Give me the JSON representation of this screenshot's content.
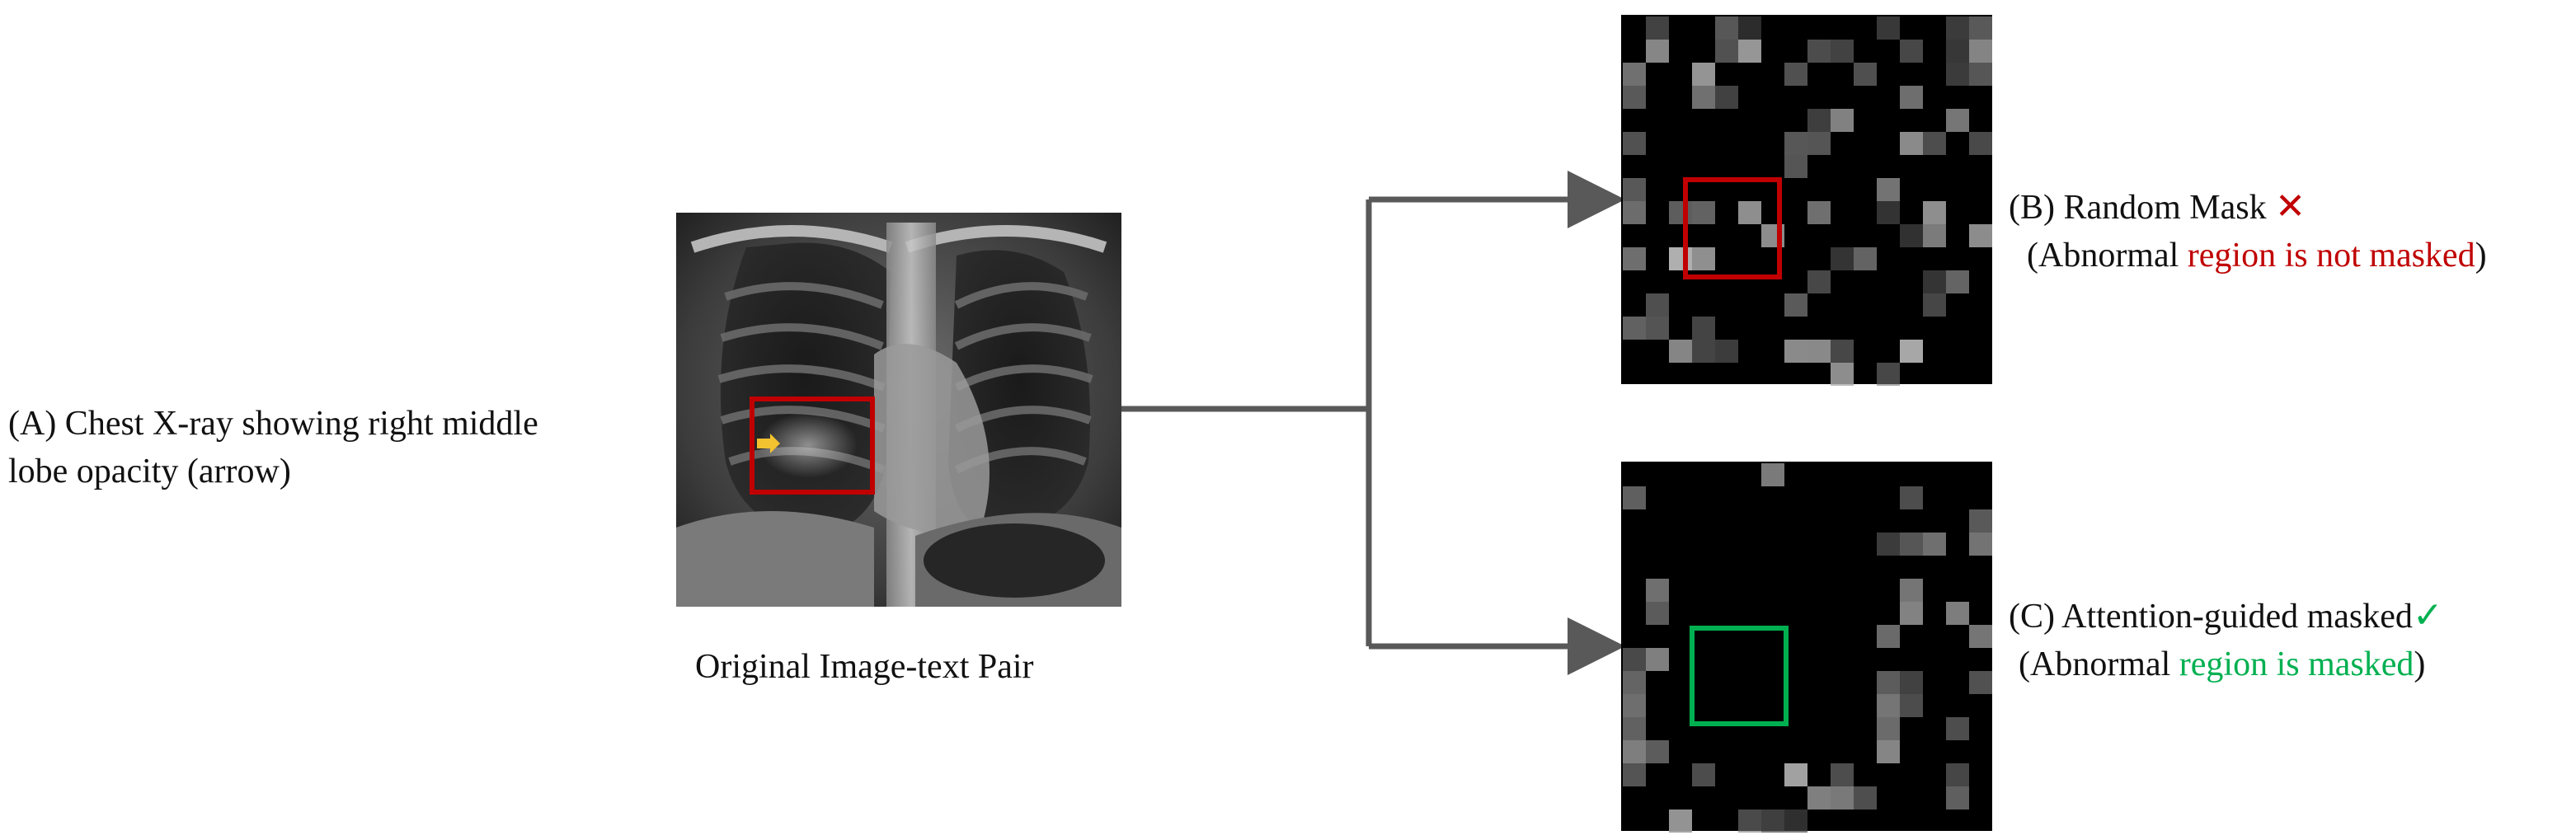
{
  "panel_a": {
    "line1": "(A)  Chest X-ray showing right middle",
    "line2": "lobe opacity (arrow)",
    "caption": "Original Image-text Pair"
  },
  "panel_b": {
    "title": "(B) Random Mask",
    "cross_mark": "✕",
    "note_open": "(Abnormal ",
    "note_highlight": "region is not masked",
    "note_close": ")"
  },
  "panel_c": {
    "title": "(C) Attention-guided masked",
    "check_mark": "✓",
    "note_open": "(Abnormal ",
    "note_highlight": "region is masked",
    "note_close": ")"
  },
  "colors": {
    "highlight_box": "#c00000",
    "attention_box": "#00b050",
    "arrow_marker": "#f2c230",
    "connector": "#595959",
    "mask_background": "#000000"
  }
}
